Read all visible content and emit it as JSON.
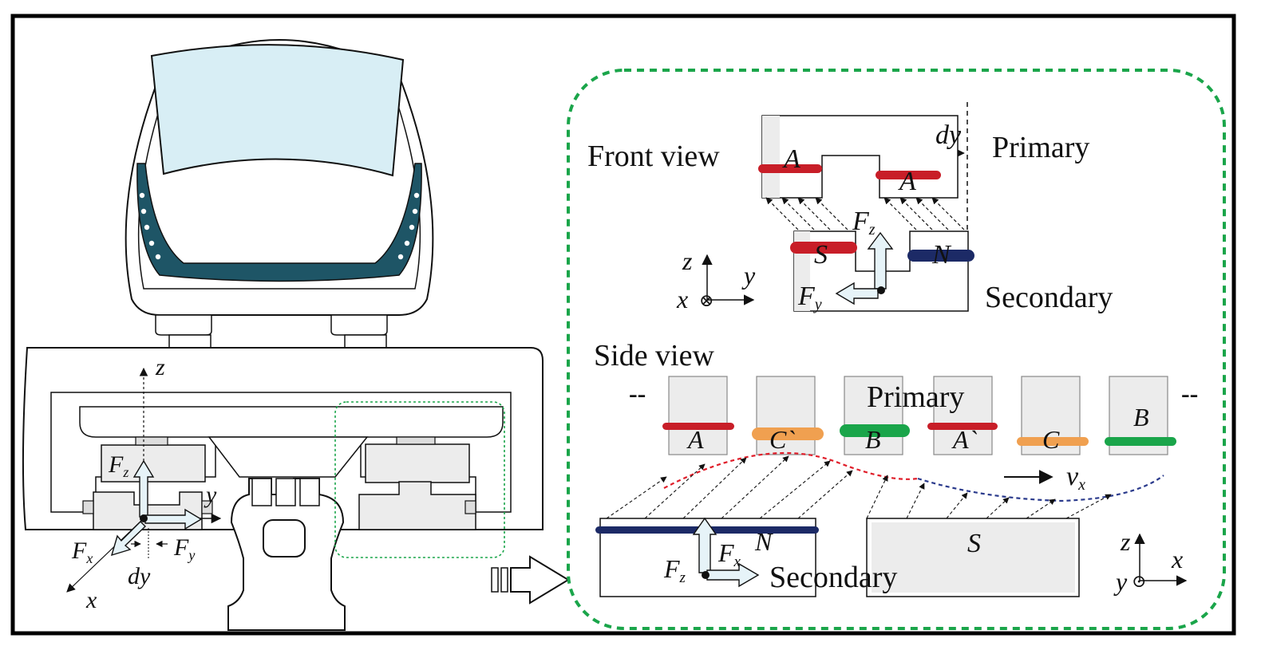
{
  "colors": {
    "phase_a": "#c81e28",
    "phase_b": "#1aa54a",
    "phase_c": "#f0a050",
    "pole_n": "#1c2a66",
    "field_dashed_red": "#e01e2a",
    "field_dashed_blue": "#2a3a8c",
    "zoom_outline": "#1aa54a",
    "window_fill": "#d8eef5",
    "lights_band": "#1e5566",
    "block_fill": "#ececec",
    "force_arrow_fill": "#e6f3f8"
  },
  "vehicle": {
    "axis_z": "z",
    "axis_y": "y",
    "axis_x": "x",
    "force_fz_base": "F",
    "force_fz_sub": "z",
    "force_fx_base": "F",
    "force_fx_sub": "x",
    "force_fy_base": "F",
    "force_fy_sub": "y",
    "disp_dy": "dy"
  },
  "front_view": {
    "title": "Front view",
    "primary_label": "Primary",
    "secondary_label": "Secondary",
    "dy_label": "dy",
    "coil_left": "A",
    "coil_right": "A",
    "pole_left": "S",
    "pole_right": "N",
    "force_fz_base": "F",
    "force_fz_sub": "z",
    "force_fy_base": "F",
    "force_fy_sub": "y",
    "axis_z": "z",
    "axis_y": "y",
    "axis_x": "x",
    "axis_x_symbol": "⊗"
  },
  "side_view": {
    "title": "Side view",
    "primary_label": "Primary",
    "secondary_label": "Secondary",
    "ellipsis_left": "--",
    "ellipsis_right": "--",
    "coils": [
      "A",
      "C`",
      "B",
      "A`",
      "C",
      "B"
    ],
    "pole_left": "N",
    "pole_right": "S",
    "velocity_base": "v",
    "velocity_sub": "x",
    "force_fz_base": "F",
    "force_fz_sub": "z",
    "force_fx_base": "F",
    "force_fx_sub": "x",
    "axis_z": "z",
    "axis_x": "x",
    "axis_y": "y",
    "axis_y_symbol": "⊙"
  }
}
